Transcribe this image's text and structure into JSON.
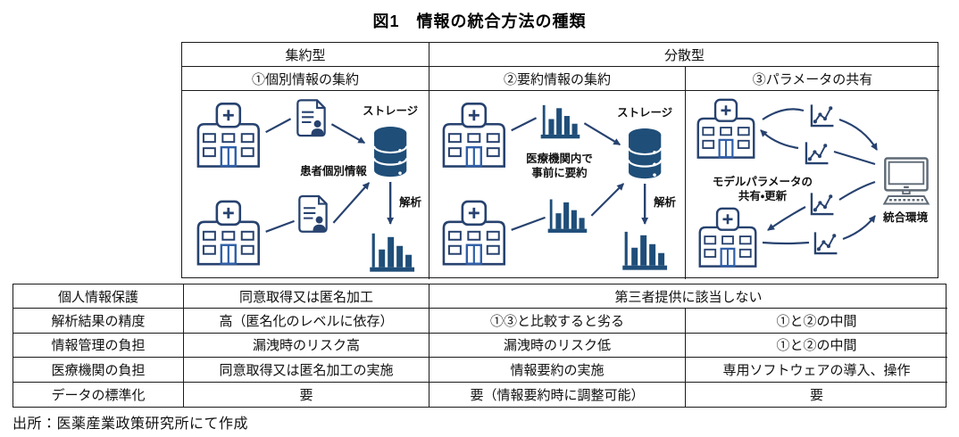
{
  "title": "図1　情報の統合方法の種類",
  "source": "出所：医薬産業政策研究所にて作成",
  "colors": {
    "icon_stroke": "#27426f",
    "icon_fill": "#1f4e79",
    "door_blue": "#2f5fa8",
    "computer_gray": "#5f6a76",
    "table_border": "#1a1a1a"
  },
  "icons": {
    "hospital": "hospital-building-icon",
    "document_person": "patient-record-icon",
    "storage": "database-cylinder-icon",
    "bar_chart": "bar-chart-icon",
    "line_chart": "parameter-line-chart-icon",
    "computer": "desktop-computer-icon",
    "arrow": "flow-arrow"
  },
  "methods_table": {
    "group_headers": {
      "aggregated": "集約型",
      "distributed": "分散型"
    },
    "methods": [
      "①個別情報の集約",
      "②要約情報の集約",
      "③パラメータの共有"
    ],
    "panel1": {
      "data_label": "患者個別情報",
      "storage_label": "ストレージ",
      "analysis_label": "解析"
    },
    "panel2": {
      "note_line1": "医療機関内で",
      "note_line2": "事前に要約",
      "storage_label": "ストレージ",
      "analysis_label": "解析"
    },
    "panel3": {
      "note_line1": "モデルパラメータの",
      "note_line2": "共有・更新",
      "computer_label": "統合環境"
    }
  },
  "comparison_table": {
    "rows": [
      {
        "label": "個人情報保護",
        "c1": "同意取得又は匿名加工",
        "c23": "第三者提供に該当しない"
      },
      {
        "label": "解析結果の精度",
        "c1": "高（匿名化のレベルに依存）",
        "c2": "①③と比較すると劣る",
        "c3": "①と②の中間"
      },
      {
        "label": "情報管理の負担",
        "c1": "漏洩時のリスク高",
        "c2": "漏洩時のリスク低",
        "c3": "①と②の中間"
      },
      {
        "label": "医療機関の負担",
        "c1": "同意取得又は匿名加工の実施",
        "c2": "情報要約の実施",
        "c3": "専用ソフトウェアの導入、操作"
      },
      {
        "label": "データの標準化",
        "c1": "要",
        "c2": "要（情報要約時に調整可能）",
        "c3": "要"
      }
    ]
  }
}
